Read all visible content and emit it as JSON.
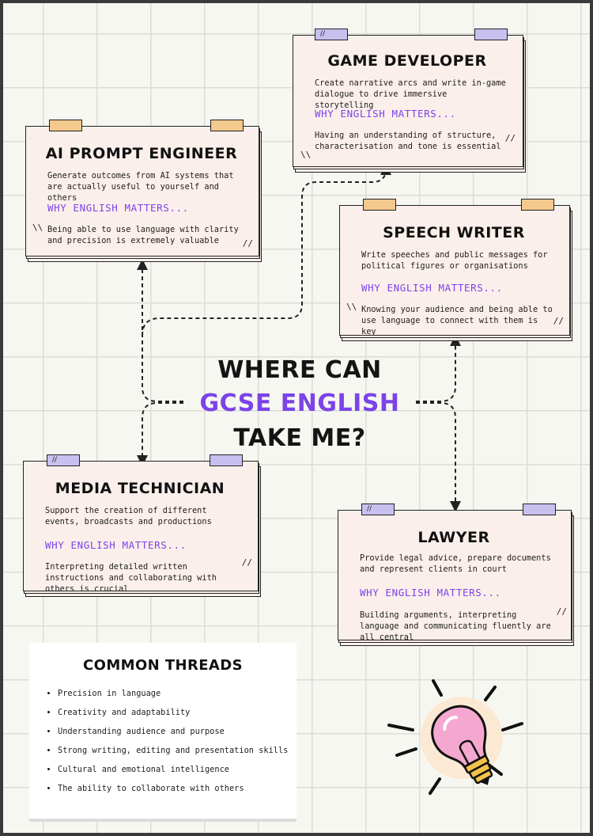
{
  "headline": {
    "line1": "WHERE CAN",
    "line2": "GCSE ENGLISH",
    "line3": "TAKE ME?"
  },
  "colors": {
    "accent_purple": "#7b43e8",
    "card_fill": "#fbefeb",
    "tape_orange": "#f3c98d",
    "tape_purple": "#c8c0ef",
    "ink": "#141414"
  },
  "cards": {
    "game_developer": {
      "title": "GAME DEVELOPER",
      "description": "Create narrative arcs and write in-game dialogue to drive immersive storytelling",
      "why": "WHY ENGLISH MATTERS...",
      "reason": "Having an understanding of structure, characterisation and tone is essential"
    },
    "ai_prompt_engineer": {
      "title": "AI PROMPT ENGINEER",
      "description": "Generate outcomes from AI systems that are actually useful to yourself and others",
      "why": "WHY ENGLISH MATTERS...",
      "reason": "Being able to use language with clarity and precision is extremely valuable"
    },
    "speech_writer": {
      "title": "SPEECH WRITER",
      "description": "Write speeches and public messages for political figures or organisations",
      "why": "WHY ENGLISH MATTERS...",
      "reason": "Knowing your audience and being able to use language to connect with them is key"
    },
    "media_technician": {
      "title": "MEDIA TECHNICIAN",
      "description": "Support the creation of different events, broadcasts and productions",
      "why": "WHY ENGLISH MATTERS...",
      "reason": "Interpreting detailed written instructions and collaborating with others is crucial"
    },
    "lawyer": {
      "title": "LAWYER",
      "description": "Provide legal advice, prepare documents and represent clients in court",
      "why": "WHY ENGLISH MATTERS...",
      "reason": "Building arguments, interpreting language and communicating fluently are all central"
    }
  },
  "common_threads": {
    "title": "COMMON THREADS",
    "items": [
      "Precision in language",
      "Creativity and adaptability",
      "Understanding audience and purpose",
      "Strong writing, editing and presentation skills",
      "Cultural and emotional intelligence",
      "The ability to collaborate with others"
    ]
  },
  "icons": {
    "decoration": "lightbulb-icon",
    "connectors": "dashed-arrow-icon"
  }
}
